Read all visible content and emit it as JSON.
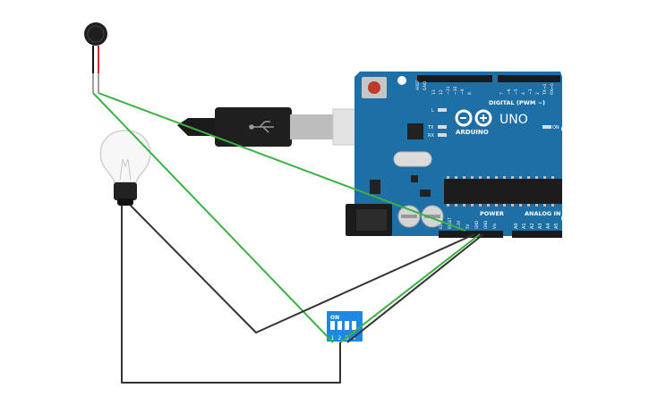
{
  "board": {
    "aref_label": "AREF",
    "gnd_label": "GND",
    "digital_pins": [
      "13",
      "12",
      "~11",
      "~10",
      "~9",
      "8",
      "7",
      "~6",
      "~5",
      "4",
      "~3",
      "2",
      "TX→1",
      "RX←0"
    ],
    "digital_label": "DIGITAL (PWM ~)",
    "led_l": "L",
    "led_tx": "TX",
    "led_rx": "RX",
    "logo_text": "ARDUINO",
    "model": "UNO",
    "on_label": "ON",
    "power_label": "POWER",
    "analog_label": "ANALOG IN",
    "power_pins": [
      "IOREF",
      "RESET",
      "3.3V",
      "5V",
      "GND",
      "GND",
      "Vin"
    ],
    "analog_pins": [
      "A0",
      "A1",
      "A2",
      "A3",
      "A4",
      "A5"
    ]
  },
  "dip_switch": {
    "on_label": "ON",
    "numbers": [
      "1",
      "2",
      "3",
      "4"
    ]
  },
  "colors": {
    "board_blue": "#1d6fa5",
    "green_wire": "#3cb043",
    "black_wire": "#333333",
    "dip_blue": "#1e88e5"
  }
}
